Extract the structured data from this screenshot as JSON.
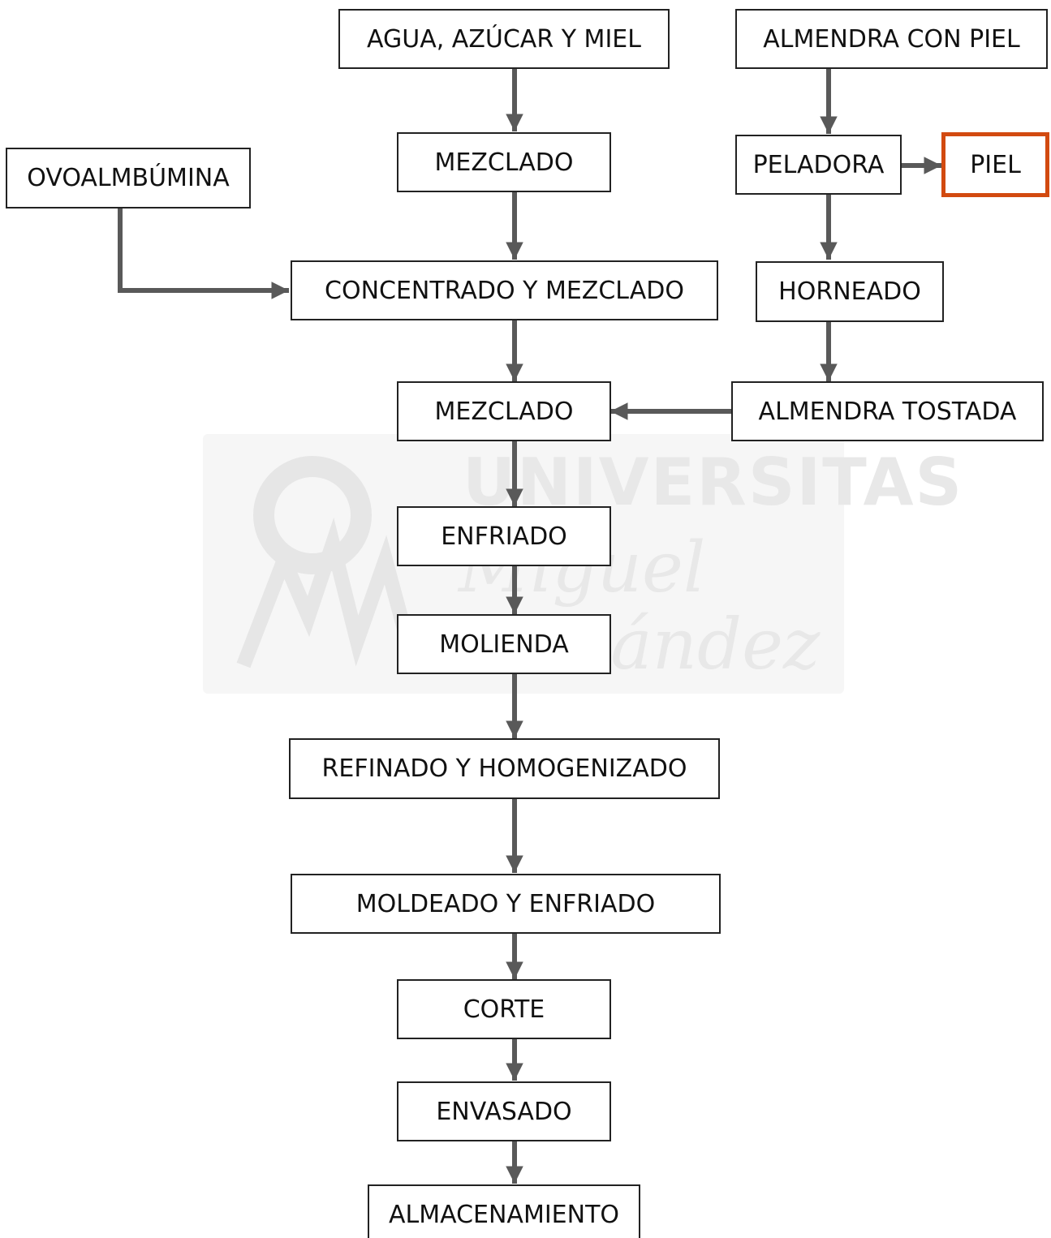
{
  "colors": {
    "arrow": "#595959",
    "box_border": "#222222",
    "highlight": "#d24a10"
  },
  "watermark": {
    "title": "UNIVERSITAS",
    "line2": "Miguel",
    "line3": "Hernández"
  },
  "nodes": {
    "agua": "AGUA, AZÚCAR Y MIEL",
    "almendra_piel": "ALMENDRA CON PIEL",
    "mezclado1": "MEZCLADO",
    "peladora": "PELADORA",
    "piel": "PIEL",
    "ovoalbumina": "OVOALMBÚMINA",
    "concentrado": "CONCENTRADO Y MEZCLADO",
    "horneado": "HORNEADO",
    "mezclado2": "MEZCLADO",
    "almendra_tostada": "ALMENDRA TOSTADA",
    "enfriado": "ENFRIADO",
    "molienda": "MOLIENDA",
    "refinado": "REFINADO Y HOMOGENIZADO",
    "moldeado": "MOLDEADO Y ENFRIADO",
    "corte": "CORTE",
    "envasado": "ENVASADO",
    "almacenamiento": "ALMACENAMIENTO"
  },
  "edges": [
    {
      "from": "agua",
      "to": "mezclado1"
    },
    {
      "from": "mezclado1",
      "to": "concentrado"
    },
    {
      "from": "ovoalbumina",
      "to": "concentrado"
    },
    {
      "from": "concentrado",
      "to": "mezclado2"
    },
    {
      "from": "almendra_piel",
      "to": "peladora"
    },
    {
      "from": "peladora",
      "to": "piel"
    },
    {
      "from": "peladora",
      "to": "horneado"
    },
    {
      "from": "horneado",
      "to": "almendra_tostada"
    },
    {
      "from": "almendra_tostada",
      "to": "mezclado2"
    },
    {
      "from": "mezclado2",
      "to": "enfriado"
    },
    {
      "from": "enfriado",
      "to": "molienda"
    },
    {
      "from": "molienda",
      "to": "refinado"
    },
    {
      "from": "refinado",
      "to": "moldeado"
    },
    {
      "from": "moldeado",
      "to": "corte"
    },
    {
      "from": "corte",
      "to": "envasado"
    },
    {
      "from": "envasado",
      "to": "almacenamiento"
    }
  ]
}
